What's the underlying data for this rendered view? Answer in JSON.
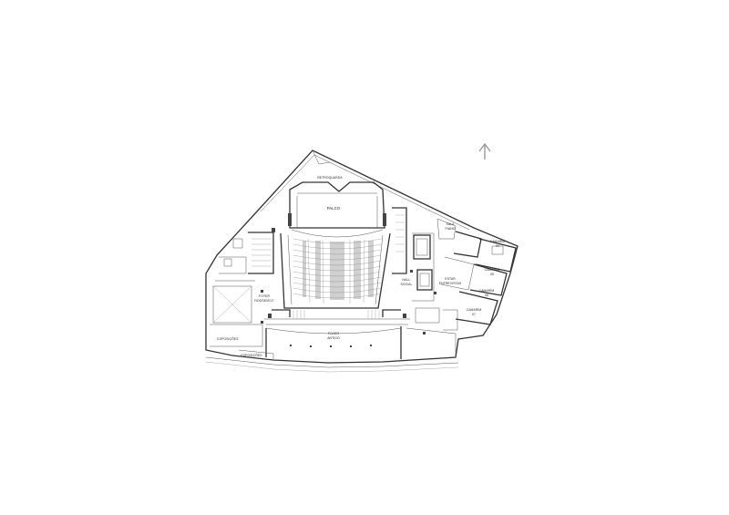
{
  "north_arrow": {
    "icon": "north-arrow-icon"
  },
  "rooms": {
    "retroquarda": "RETROQUARDA",
    "palco": "PALCO",
    "sala_piano_1": "SALA",
    "sala_piano_2": "PIANO",
    "camarim_04_1": "CAMARIM",
    "camarim_04_2": "04",
    "camarim_05_1": "CAMARIM",
    "camarim_05_2": "05",
    "camarim_06_1": "CAMARIM",
    "camarim_06_2": "06",
    "camarim_07_1": "CAMARIM",
    "camarim_07_2": "07",
    "estar_1": "ESTAR",
    "estar_2": "ENTREVISTAS",
    "hall_social_1": "HALL",
    "hall_social_2": "SOCIAL",
    "foyer_roosevelt_1": "FOYER",
    "foyer_roosevelt_2": "ROOSEVELT",
    "foyer_antigo_1": "FOYER",
    "foyer_antigo_2": "ANTIGO",
    "exposicoes_a": "EXPOSIÇÕES",
    "exposicoes_b": "EXPOSIÇÕES"
  }
}
